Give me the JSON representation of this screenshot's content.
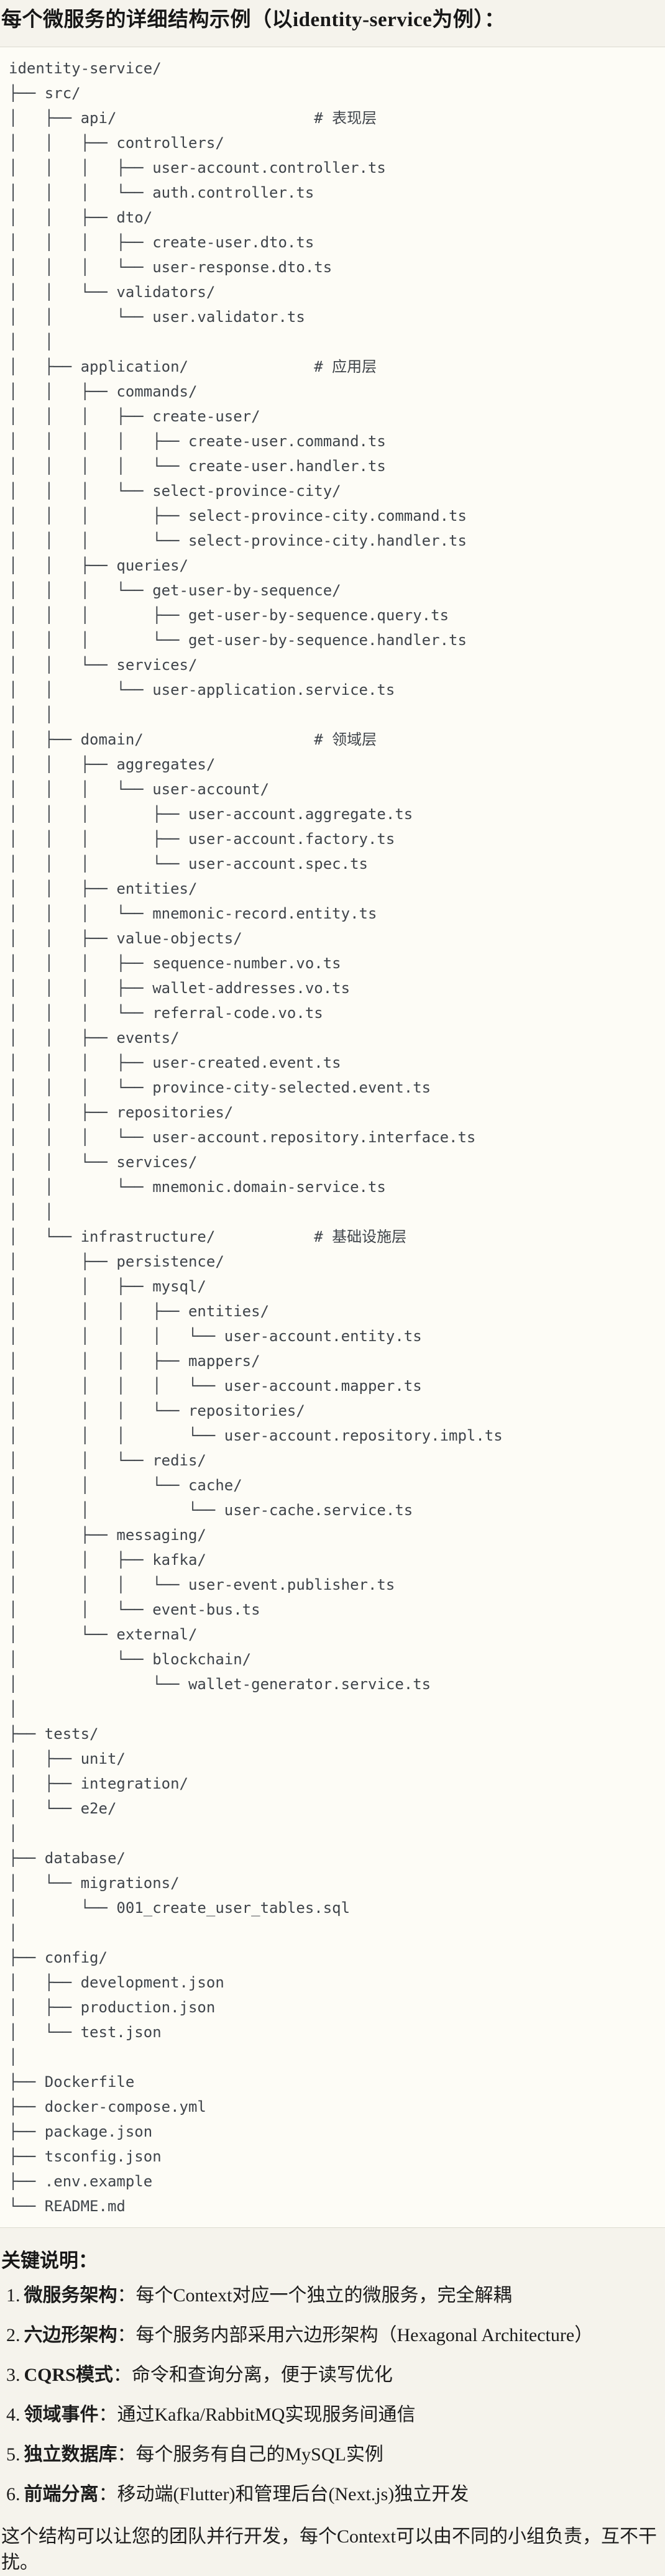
{
  "header": {
    "title": "每个微服务的详细结构示例（以identity-service为例）："
  },
  "code_block": {
    "layer_comments": [
      "# 表现层",
      "# 应用层",
      "# 领域层",
      "# 基础设施层"
    ],
    "tree_lines": [
      "identity-service/",
      "├── src/",
      "│   ├── api/                      # 表现层",
      "│   │   ├── controllers/",
      "│   │   │   ├── user-account.controller.ts",
      "│   │   │   └── auth.controller.ts",
      "│   │   ├── dto/",
      "│   │   │   ├── create-user.dto.ts",
      "│   │   │   └── user-response.dto.ts",
      "│   │   └── validators/",
      "│   │       └── user.validator.ts",
      "│   │",
      "│   ├── application/              # 应用层",
      "│   │   ├── commands/",
      "│   │   │   ├── create-user/",
      "│   │   │   │   ├── create-user.command.ts",
      "│   │   │   │   └── create-user.handler.ts",
      "│   │   │   └── select-province-city/",
      "│   │   │       ├── select-province-city.command.ts",
      "│   │   │       └── select-province-city.handler.ts",
      "│   │   ├── queries/",
      "│   │   │   └── get-user-by-sequence/",
      "│   │   │       ├── get-user-by-sequence.query.ts",
      "│   │   │       └── get-user-by-sequence.handler.ts",
      "│   │   └── services/",
      "│   │       └── user-application.service.ts",
      "│   │",
      "│   ├── domain/                   # 领域层",
      "│   │   ├── aggregates/",
      "│   │   │   └── user-account/",
      "│   │   │       ├── user-account.aggregate.ts",
      "│   │   │       ├── user-account.factory.ts",
      "│   │   │       └── user-account.spec.ts",
      "│   │   ├── entities/",
      "│   │   │   └── mnemonic-record.entity.ts",
      "│   │   ├── value-objects/",
      "│   │   │   ├── sequence-number.vo.ts",
      "│   │   │   ├── wallet-addresses.vo.ts",
      "│   │   │   └── referral-code.vo.ts",
      "│   │   ├── events/",
      "│   │   │   ├── user-created.event.ts",
      "│   │   │   └── province-city-selected.event.ts",
      "│   │   ├── repositories/",
      "│   │   │   └── user-account.repository.interface.ts",
      "│   │   └── services/",
      "│   │       └── mnemonic.domain-service.ts",
      "│   │",
      "│   └── infrastructure/           # 基础设施层",
      "│       ├── persistence/",
      "│       │   ├── mysql/",
      "│       │   │   ├── entities/",
      "│       │   │   │   └── user-account.entity.ts",
      "│       │   │   ├── mappers/",
      "│       │   │   │   └── user-account.mapper.ts",
      "│       │   │   └── repositories/",
      "│       │   │       └── user-account.repository.impl.ts",
      "│       │   └── redis/",
      "│       │       └── cache/",
      "│       │           └── user-cache.service.ts",
      "│       ├── messaging/",
      "│       │   ├── kafka/",
      "│       │   │   └── user-event.publisher.ts",
      "│       │   └── event-bus.ts",
      "│       └── external/",
      "│           └── blockchain/",
      "│               └── wallet-generator.service.ts",
      "│",
      "├── tests/",
      "│   ├── unit/",
      "│   ├── integration/",
      "│   └── e2e/",
      "│",
      "├── database/",
      "│   └── migrations/",
      "│       └── 001_create_user_tables.sql",
      "│",
      "├── config/",
      "│   ├── development.json",
      "│   ├── production.json",
      "│   └── test.json",
      "│",
      "├── Dockerfile",
      "├── docker-compose.yml",
      "├── package.json",
      "├── tsconfig.json",
      "├── .env.example",
      "└── README.md"
    ]
  },
  "notes": {
    "heading": "关键说明：",
    "items": [
      {
        "num": "1.",
        "term": "微服务架构",
        "colon": "：",
        "text": "每个Context对应一个独立的微服务，完全解耦"
      },
      {
        "num": "2.",
        "term": "六边形架构",
        "colon": "：",
        "text": "每个服务内部采用六边形架构（Hexagonal Architecture）"
      },
      {
        "num": "3.",
        "term": "CQRS模式",
        "colon": "：",
        "text": "命令和查询分离，便于读写优化"
      },
      {
        "num": "4.",
        "term": "领域事件",
        "colon": "：",
        "text": "通过Kafka/RabbitMQ实现服务间通信"
      },
      {
        "num": "5.",
        "term": "独立数据库",
        "colon": "：",
        "text": "每个服务有自己的MySQL实例"
      },
      {
        "num": "6.",
        "term": "前端分离",
        "colon": "：",
        "text": "移动端(Flutter)和管理后台(Next.js)独立开发"
      }
    ],
    "footer": "这个结构可以让您的团队并行开发，每个Context可以由不同的小组负责，互不干扰。"
  },
  "colors": {
    "page_background": "#f5f3ec",
    "code_background": "#fdfcf6",
    "code_border": "#dcdad0",
    "tree_text": "#3f444a",
    "body_text": "#1c1c1c"
  }
}
